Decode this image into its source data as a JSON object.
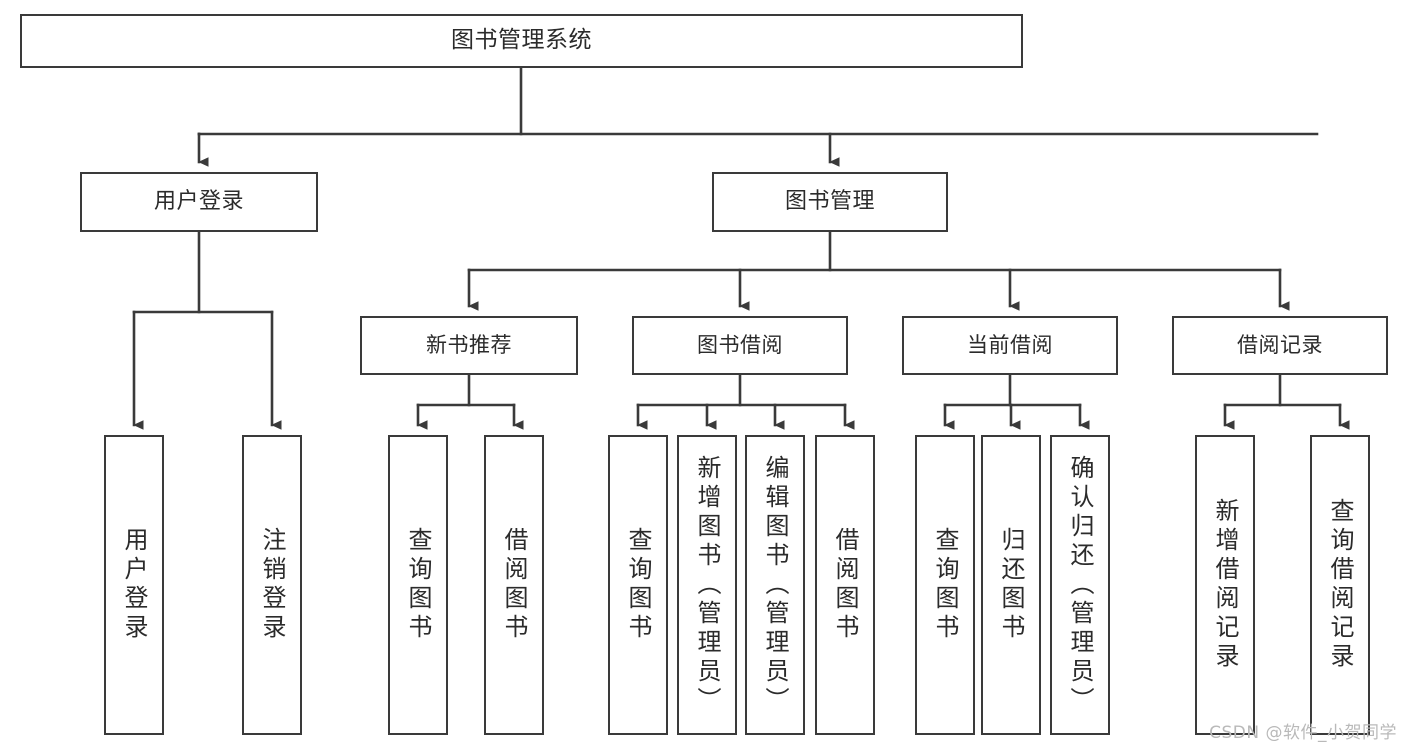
{
  "diagram": {
    "title_node": "图书管理系统",
    "watermark": "CSDN @软件_小贺同学",
    "colors": {
      "stroke": "#3a3a3a",
      "text": "#2b2b2b",
      "background": "#ffffff",
      "watermark": "#b9b9b9"
    },
    "nodes": {
      "root": "图书管理系统",
      "level2": {
        "user_login": "用户登录",
        "book_manage": "图书管理"
      },
      "level3": {
        "new_book_rec": "新书推荐",
        "book_borrow": "图书借阅",
        "current_borrow": "当前借阅",
        "borrow_record": "借阅记录"
      },
      "leaves": {
        "user_login_1": "用户登录",
        "user_login_2": "注销登录",
        "new_book_1": "查询图书",
        "new_book_2": "借阅图书",
        "borrow_1": "查询图书",
        "borrow_2": "新增图书（管理员）",
        "borrow_3": "编辑图书（管理员）",
        "borrow_4": "借阅图书",
        "current_1": "查询图书",
        "current_2": "归还图书",
        "current_3": "确认归还（管理员）",
        "record_1": "新增借阅记录",
        "record_2": "查询借阅记录"
      }
    }
  }
}
